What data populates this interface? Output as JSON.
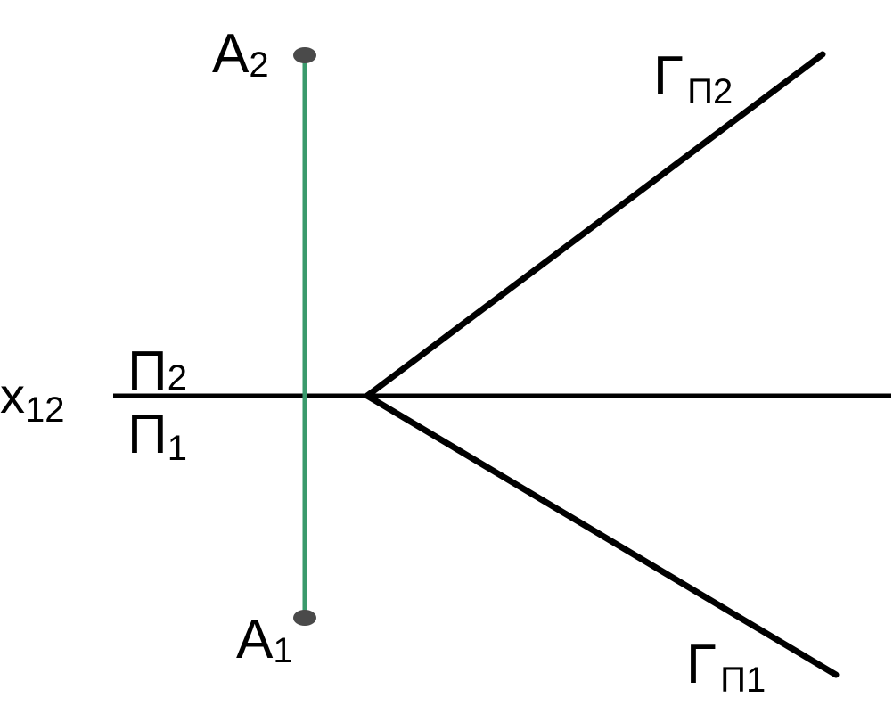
{
  "colors": {
    "background": "#ffffff",
    "stroke": "#000000",
    "projection_line": "#3a9a6c",
    "point_fill": "#4a4a4a"
  },
  "axis": {
    "symbol": "x",
    "subscript": "12"
  },
  "plane_labels": {
    "upper": {
      "symbol": "Π",
      "subscript": "2"
    },
    "lower": {
      "symbol": "Π",
      "subscript": "1"
    }
  },
  "points": {
    "a2": {
      "symbol": "A",
      "subscript": "2"
    },
    "a1": {
      "symbol": "A",
      "subscript": "1"
    }
  },
  "traces": {
    "upper": {
      "symbol": "Γ",
      "subscript": "Π2"
    },
    "lower": {
      "symbol": "Γ",
      "subscript": "Π1"
    }
  }
}
